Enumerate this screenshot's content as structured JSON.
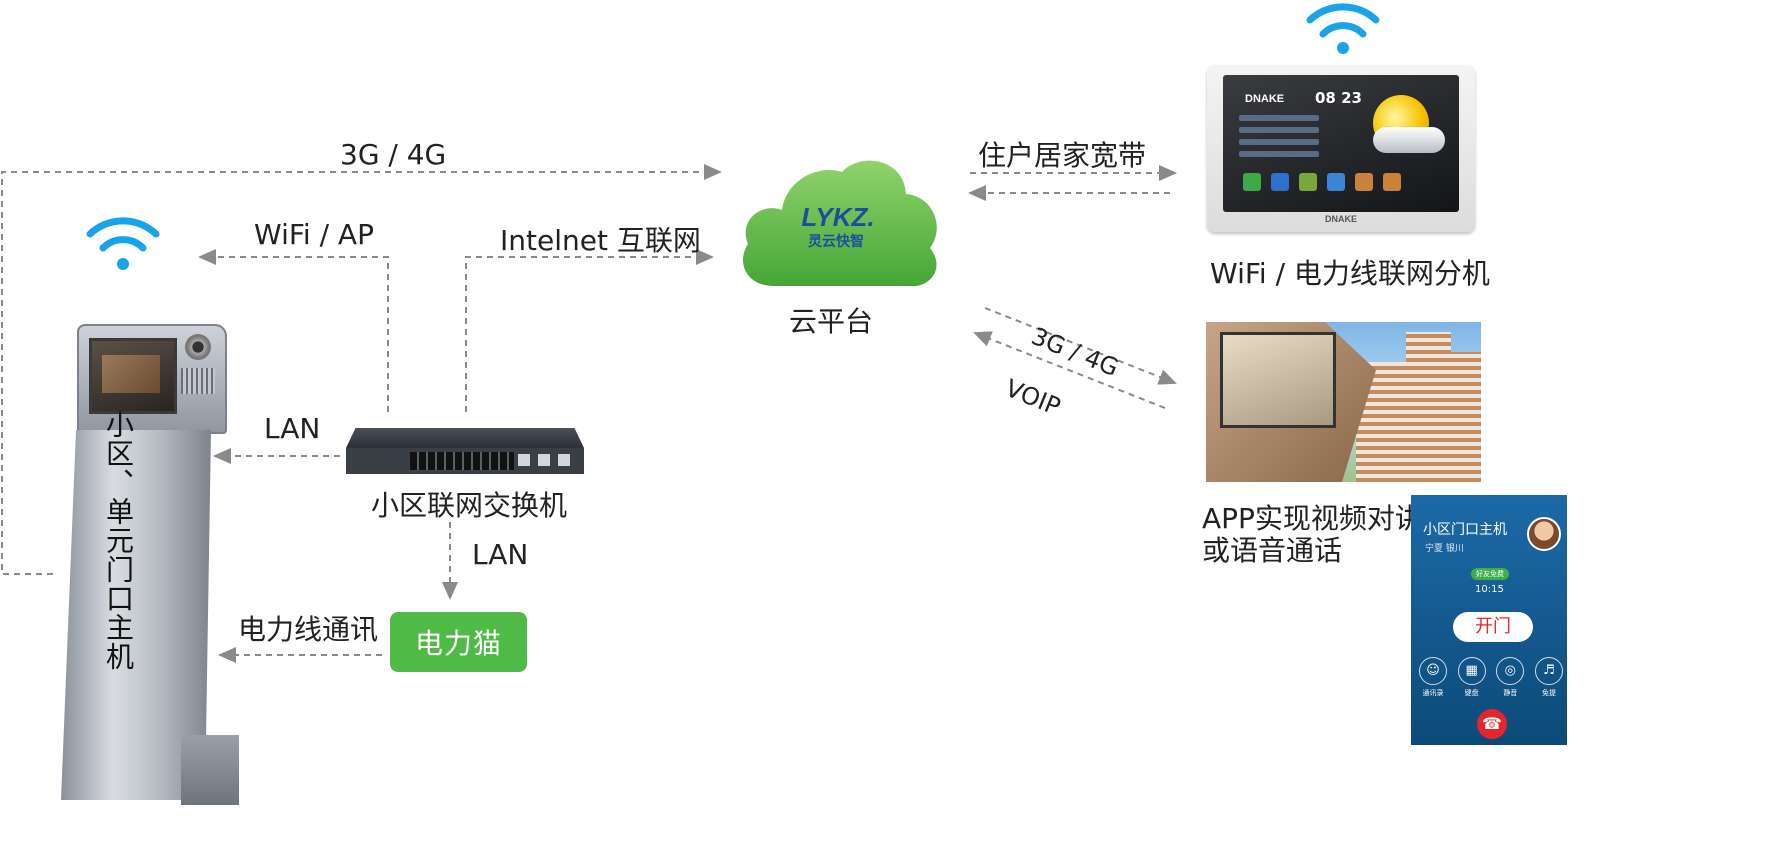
{
  "labels": {
    "net_3g4g_top": "3G / 4G",
    "wifi_ap": "WiFi / AP",
    "internet": "Intelnet 互联网",
    "lan_left": "LAN",
    "lan_down": "LAN",
    "powerline_comm": "电力线通讯",
    "home_broadband": "住户居家宽带",
    "net_3g4g_right": "3G / 4G",
    "voip": "VOIP"
  },
  "nodes": {
    "kiosk_text": "小区、单元门口主机",
    "switch_label": "小区联网交换机",
    "cloud_label": "云平台",
    "cloud_logo": "LYKZ.",
    "cloud_logo_sub": "灵云快智",
    "power_cat": "电力猫",
    "tablet_label": "WiFi / 电力线联网分机",
    "app_label_line1": "APP实现视频对讲",
    "app_label_line2": "或语音通话"
  },
  "tablet": {
    "brand_top": "DNAKE",
    "brand_bottom": "DNAKE",
    "time": "08 23"
  },
  "phone": {
    "title": "小区门口主机",
    "subtitle": "宁夏 银川",
    "badge": "好友免费",
    "time": "10:15",
    "open_button": "开门",
    "buttons": [
      "通讯录",
      "键盘",
      "静音",
      "免提"
    ]
  },
  "colors": {
    "wifi_blue": "#1aa3e8",
    "cloud_green": "#5cbf46",
    "power_cat_green": "#4fba45",
    "dashed_line": "#888888"
  }
}
